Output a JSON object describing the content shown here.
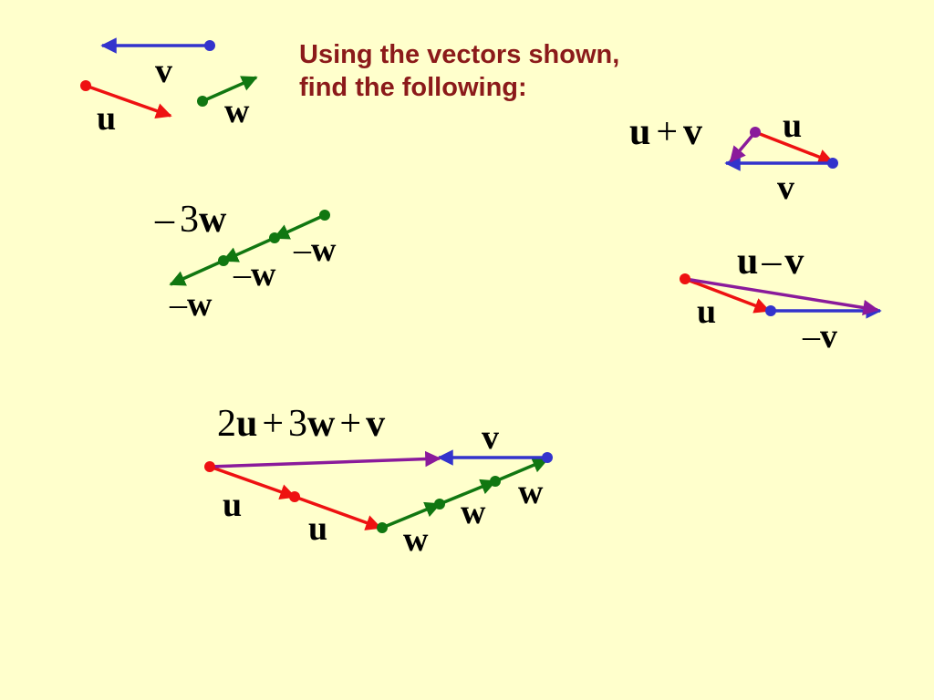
{
  "heading": {
    "line1": "Using the vectors shown,",
    "line2": "find the following:"
  },
  "labels": {
    "v": "v",
    "u": "u",
    "w": "w",
    "neg": "–",
    "plus": "+",
    "three": "3",
    "two": "2"
  },
  "colors": {
    "background": "#ffffcc",
    "heading": "#8b1a1a",
    "u_vector": "#ee1111",
    "v_vector": "#3333cc",
    "w_vector": "#117711",
    "resultant": "#8a1a9b"
  }
}
